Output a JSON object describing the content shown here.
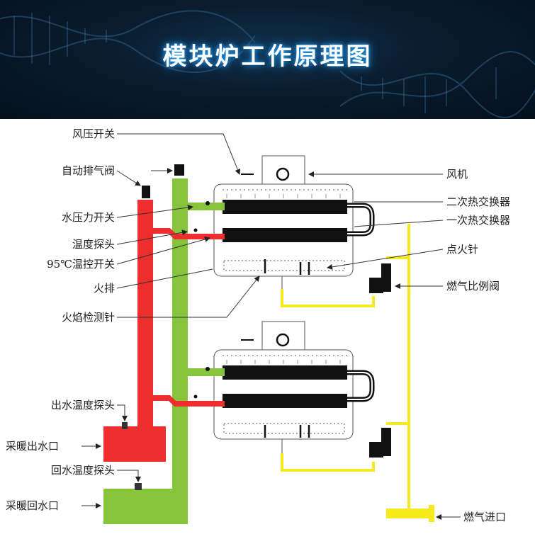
{
  "title": "模块炉工作原理图",
  "labels": {
    "left": {
      "air_pressure_switch": "风压开关",
      "auto_vent_valve": "自动排气阀",
      "water_pressure_switch": "水压力开关",
      "temp_probe": "温度探头",
      "thermo_switch_95": "95℃温控开关",
      "burner": "火排",
      "flame_detect_needle": "火焰检测针",
      "outlet_temp_probe": "出水温度探头",
      "heating_outlet": "采暖出水口",
      "return_temp_probe": "回水温度探头",
      "heating_return": "采暖回水口"
    },
    "right": {
      "fan": "风机",
      "secondary_exchanger": "二次热交换器",
      "primary_exchanger": "一次热交换器",
      "igniter": "点火针",
      "gas_valve": "燃气比例阀",
      "gas_inlet": "燃气进口"
    }
  },
  "colors": {
    "hot_water": "#ee2d2d",
    "return_water": "#86c53b",
    "gas": "#f5ea1c",
    "exchanger": "#111111",
    "frame": "#555555"
  }
}
